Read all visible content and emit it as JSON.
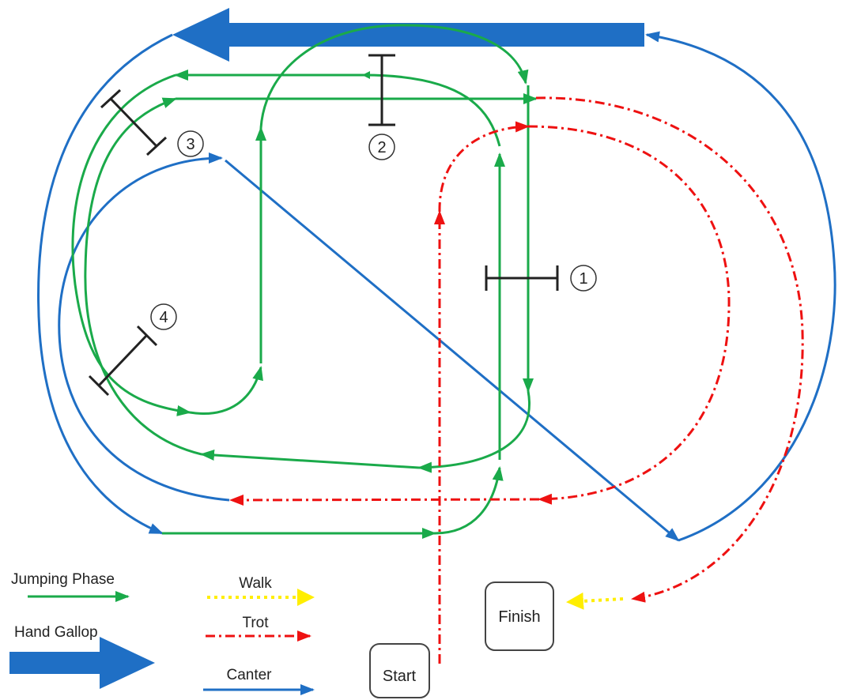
{
  "colors": {
    "jumping": "#1aaa4a",
    "canter": "#1f6fc5",
    "trot": "#ee1111",
    "walk": "#ffee00",
    "fence": "#222222"
  },
  "legend": {
    "jumping_phase": "Jumping Phase",
    "hand_gallop": "Hand Gallop",
    "walk": "Walk",
    "trot": "Trot",
    "canter": "Canter"
  },
  "boxes": {
    "start": "Start",
    "finish": "Finish"
  },
  "fences": [
    {
      "number": "1"
    },
    {
      "number": "2"
    },
    {
      "number": "3"
    },
    {
      "number": "4"
    }
  ]
}
